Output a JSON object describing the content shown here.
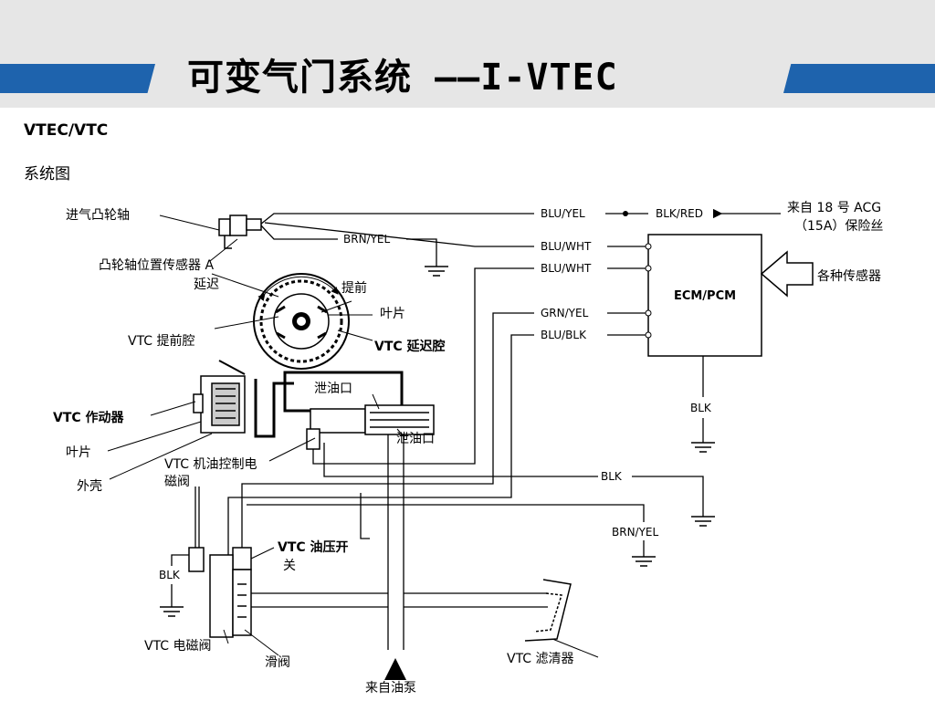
{
  "title": "可变气门系统 ——I-VTEC",
  "subtitle": "VTEC/VTC",
  "diagram_title": "系统图",
  "labels": {
    "intake_camshaft": "进气凸轮轴",
    "cam_sensor": "凸轮轴位置传感器 A",
    "retard": "延迟",
    "advance": "提前",
    "vane": "叶片",
    "vtc_adv_chamber": "VTC 提前腔",
    "vtc_ret_chamber": "VTC 延迟腔",
    "vtc_actuator": "VTC 作动器",
    "vane2": "叶片",
    "housing": "外壳",
    "vtc_oil_valve_1": "VTC 机油控制电",
    "vtc_oil_valve_2": "磁阀",
    "drain_port_1": "泄油口",
    "drain_port_2": "泄油口",
    "pressure_switch_1": "VTC 油压开",
    "pressure_switch_2": "关",
    "vtc_solenoid": "VTC 电磁阀",
    "spool_valve": "滑阀",
    "from_pump": "来自油泵",
    "vtc_filter": "VTC 滤清器",
    "ecm": "ECM/PCM",
    "various_sensors": "各种传感器",
    "acg_1": "来自 18 号 ACG",
    "acg_2": "（15A）保险丝"
  },
  "wires": {
    "blu_yel": "BLU/YEL",
    "blk_red": "BLK/RED",
    "brn_yel_top": "BRN/YEL",
    "blu_wht_1": "BLU/WHT",
    "blu_wht_2": "BLU/WHT",
    "grn_yel": "GRN/YEL",
    "blu_blk": "BLU/BLK",
    "blk_ecm": "BLK",
    "blk_mid": "BLK",
    "brn_yel_bottom": "BRN/YEL",
    "blk_left": "BLK"
  },
  "colors": {
    "accent": "#1e63ad",
    "header_bg": "#e6e6e6"
  }
}
